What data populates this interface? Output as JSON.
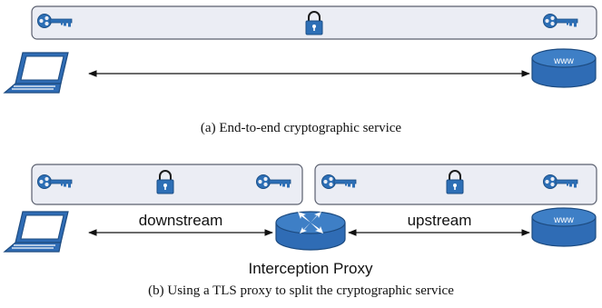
{
  "panel_a": {
    "caption": "(a) End-to-end cryptographic service",
    "server_badge": "www"
  },
  "panel_b": {
    "caption": "(b) Using a TLS proxy to split the cryptographic service",
    "downstream_label": "downstream",
    "upstream_label": "upstream",
    "proxy_label": "Interception Proxy",
    "server_badge": "www"
  },
  "colors": {
    "band_fill": "#ebedf4",
    "band_stroke": "#5a5f6e",
    "key_fill": "#2d6fb6",
    "lock_fill": "#2d6fb6",
    "device_fill": "#2f6cb5",
    "arrow": "#111111"
  },
  "icons": [
    "key-icon",
    "padlock-icon",
    "laptop-icon",
    "web-server-icon",
    "router-icon"
  ]
}
